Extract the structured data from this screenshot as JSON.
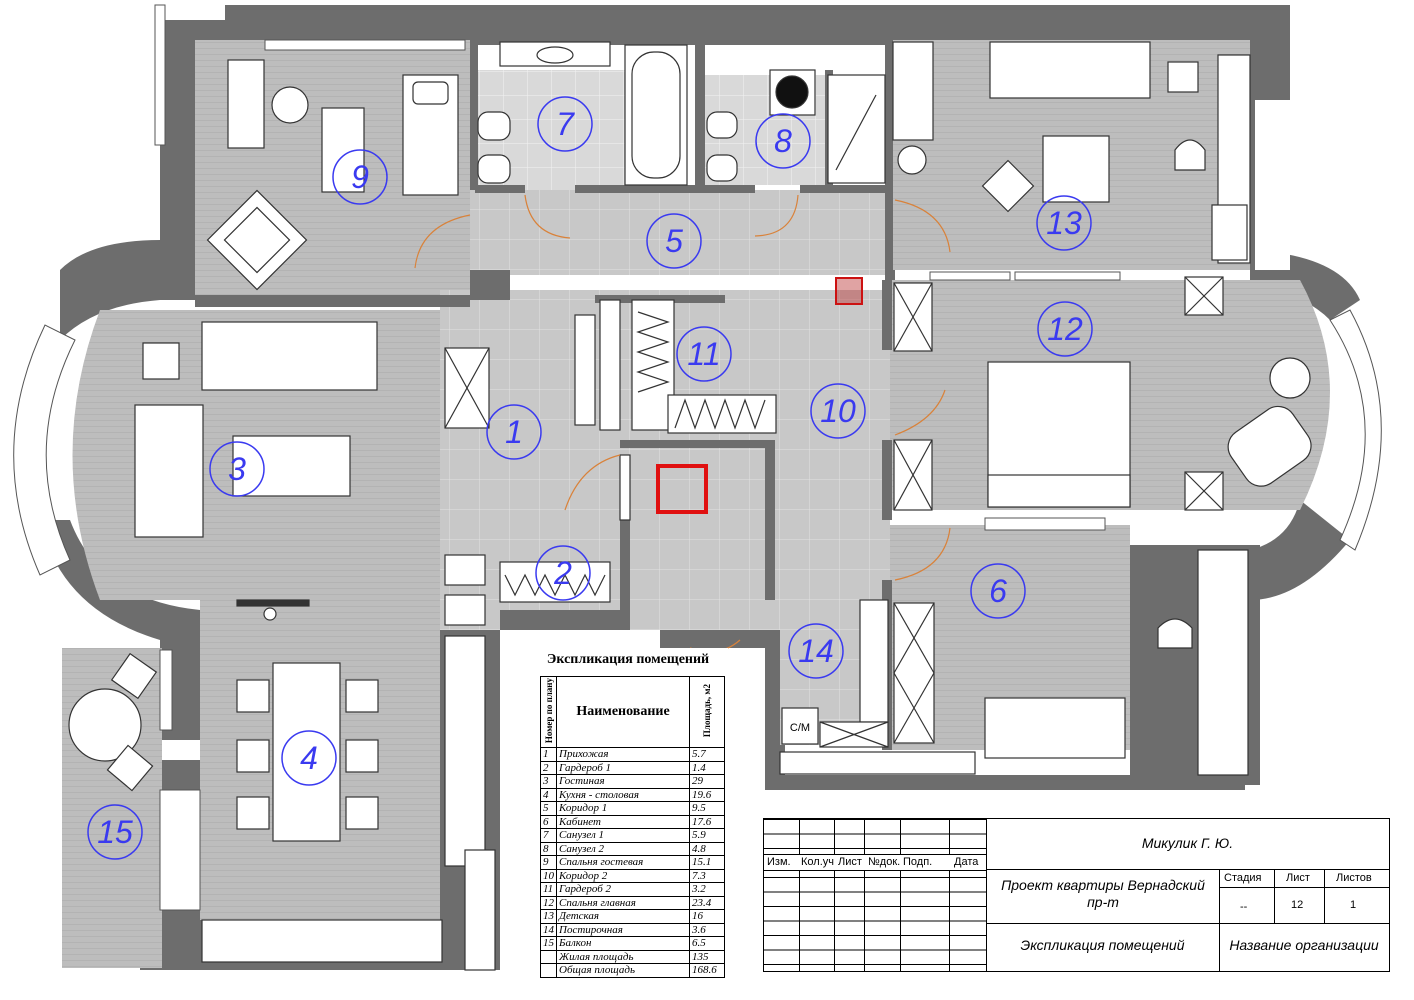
{
  "rooms": [
    {
      "num": "1"
    },
    {
      "num": "2"
    },
    {
      "num": "3"
    },
    {
      "num": "4"
    },
    {
      "num": "5"
    },
    {
      "num": "6"
    },
    {
      "num": "7"
    },
    {
      "num": "8"
    },
    {
      "num": "9"
    },
    {
      "num": "10"
    },
    {
      "num": "11"
    },
    {
      "num": "12"
    },
    {
      "num": "13"
    },
    {
      "num": "14"
    },
    {
      "num": "15"
    }
  ],
  "labels": {
    "cm": "С/М"
  },
  "explication": {
    "title": "Экспликация помещений",
    "col_num": "Номер по плану",
    "col_name": "Наименование",
    "col_area": "Площадь, м2",
    "rows": [
      {
        "n": "1",
        "name": "Прихожая",
        "area": "5.7"
      },
      {
        "n": "2",
        "name": "Гардероб 1",
        "area": "1.4"
      },
      {
        "n": "3",
        "name": "Гостиная",
        "area": "29"
      },
      {
        "n": "4",
        "name": "Кухня - столовая",
        "area": "19.6"
      },
      {
        "n": "5",
        "name": "Коридор 1",
        "area": "9.5"
      },
      {
        "n": "6",
        "name": "Кабинет",
        "area": "17.6"
      },
      {
        "n": "7",
        "name": "Санузел 1",
        "area": "5.9"
      },
      {
        "n": "8",
        "name": "Санузел 2",
        "area": "4.8"
      },
      {
        "n": "9",
        "name": "Спальня гостевая",
        "area": "15.1"
      },
      {
        "n": "10",
        "name": "Коридор 2",
        "area": "7.3"
      },
      {
        "n": "11",
        "name": "Гардероб 2",
        "area": "3.2"
      },
      {
        "n": "12",
        "name": "Спальня главная",
        "area": "23.4"
      },
      {
        "n": "13",
        "name": "Детская",
        "area": "16"
      },
      {
        "n": "14",
        "name": "Постирочная",
        "area": "3.6"
      },
      {
        "n": "15",
        "name": "Балкон",
        "area": "6.5"
      },
      {
        "n": "",
        "name": "Жилая площадь",
        "area": "135"
      },
      {
        "n": "",
        "name": "Общая площадь",
        "area": "168.6"
      }
    ]
  },
  "stamp": {
    "author": "Микулик Г. Ю.",
    "col_izm": "Изм.",
    "col_koluch": "Кол.уч",
    "col_list": "Лист",
    "col_ndok": "№док.",
    "col_podp": "Подп.",
    "col_data": "Дата",
    "project": "Проект квартиры Вернадский пр-т",
    "sheet_title": "Экспликация помещений",
    "stage_label": "Стадия",
    "sheet_label": "Лист",
    "sheets_label": "Листов",
    "stage_value": "--",
    "sheet_value": "12",
    "sheets_value": "1",
    "org": "Название организации"
  },
  "colors": {
    "wall": "#6d6d6d",
    "floor_wood": "#b9b9b9",
    "floor_tile": "#c9c9c9",
    "furniture": "#ffffff",
    "room_number": "#3a3af0",
    "door_arc": "#d9823a",
    "hatch_red": "#e01010"
  }
}
